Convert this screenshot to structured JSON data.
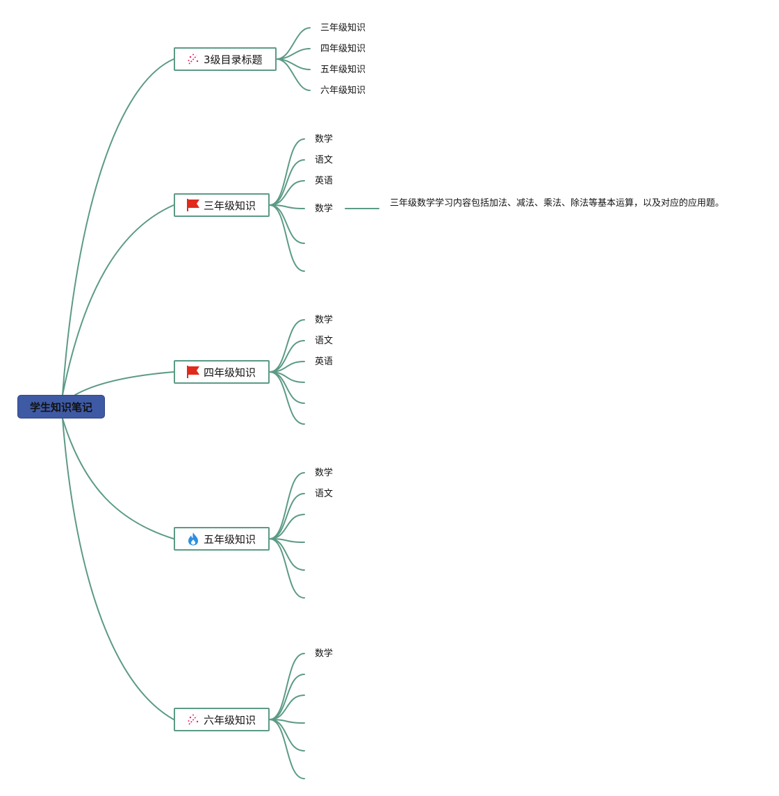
{
  "mindmap": {
    "root": "学生知识笔记",
    "branches": [
      {
        "label": "3级目录标题",
        "icon": "sparkle-icon",
        "children": [
          "三年级知识",
          "四年级知识",
          "五年级知识",
          "六年级知识"
        ]
      },
      {
        "label": "三年级知识",
        "icon": "red-flag-icon",
        "children": [
          "数学",
          "语文",
          "英语",
          "数学",
          "",
          ""
        ]
      },
      {
        "label": "四年级知识",
        "icon": "red-flag-icon",
        "children": [
          "数学",
          "语文",
          "英语",
          "",
          "",
          ""
        ]
      },
      {
        "label": "五年级知识",
        "icon": "fire-icon",
        "children": [
          "数学",
          "语文",
          "",
          "",
          "",
          ""
        ]
      },
      {
        "label": "六年级知识",
        "icon": "sparkle-icon",
        "children": [
          "数学",
          "",
          "",
          "",
          "",
          ""
        ]
      }
    ],
    "note": "三年级数学学习内容包括加法、减法、乘法、除法等基本运算，以及对应的应用题。"
  },
  "colors": {
    "connector": "#5b9a86",
    "root_fill": "#3f5aa4",
    "flag": "#e02a1c",
    "fire": "#2d8fe0",
    "sparkle": "#e8245a"
  }
}
